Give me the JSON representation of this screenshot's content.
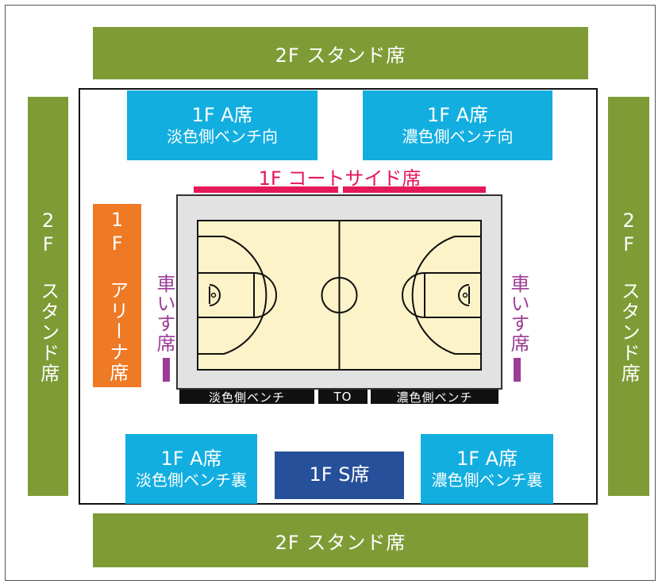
{
  "colors": {
    "stand": "#7f9b36",
    "a_seat": "#12aee0",
    "s_seat": "#27509a",
    "arena_seat": "#ee7a26",
    "courtside": "#e5185a",
    "wheelchair": "#9b3d97",
    "court_floor": "#fcf3c8",
    "court_apron": "#e2e2e2"
  },
  "stands": {
    "top": "2F スタンド席",
    "bottom": "2F スタンド席",
    "left": "2F スタンド席",
    "right": "2F スタンド席"
  },
  "a_seats": {
    "top_left": {
      "line1": "1F A席",
      "line2": "淡色側ベンチ向"
    },
    "top_right": {
      "line1": "1F A席",
      "line2": "濃色側ベンチ向"
    },
    "bottom_left": {
      "line1": "1F A席",
      "line2": "淡色側ベンチ裏"
    },
    "bottom_right": {
      "line1": "1F A席",
      "line2": "濃色側ベンチ裏"
    }
  },
  "s_seat": "1F S席",
  "arena_seat": "1F アリーナ席",
  "courtside": "1F コートサイド席",
  "wheelchair": {
    "left": "車いす席",
    "right": "車いす席"
  },
  "bench": {
    "light": "淡色側ベンチ",
    "to": "TO",
    "dark": "濃色側ベンチ"
  }
}
